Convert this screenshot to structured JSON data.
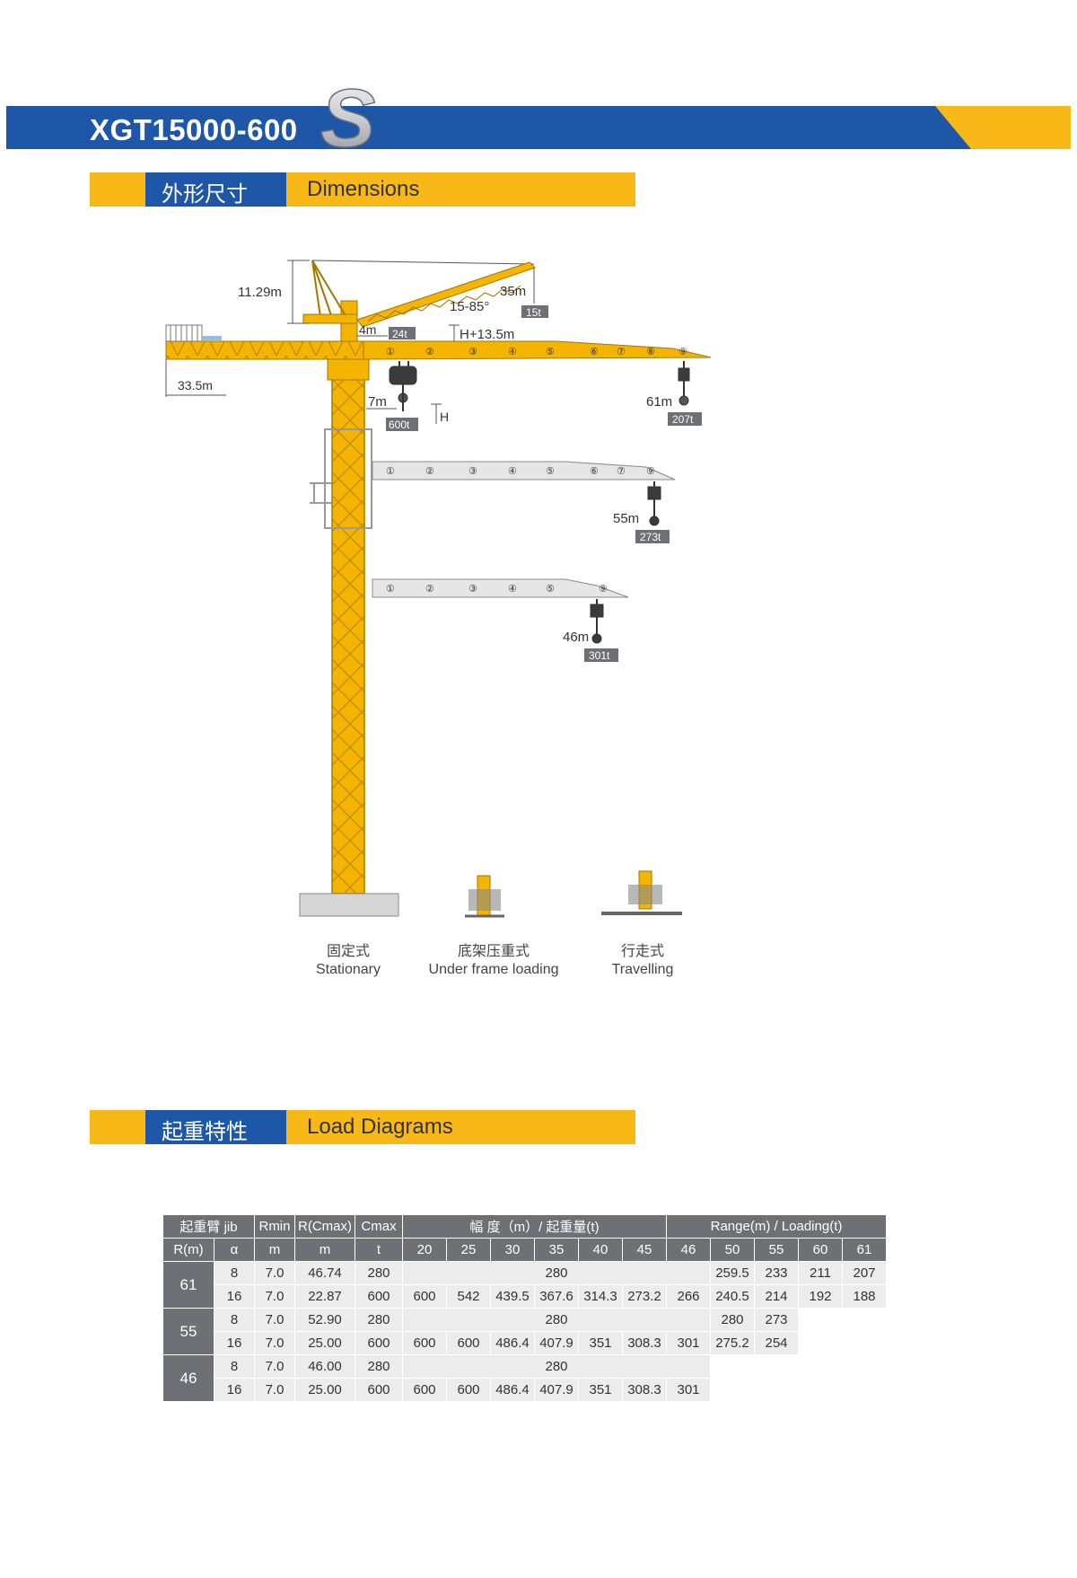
{
  "header": {
    "model": "XGT15000-600",
    "series_mark": "S"
  },
  "sections": {
    "dimensions": {
      "zh": "外形尺寸",
      "en": "Dimensions"
    },
    "load": {
      "zh": "起重特性",
      "en": "Load Diagrams"
    }
  },
  "drawing": {
    "height_top": "11.29m",
    "luffing_jib": "35m",
    "luffing_load": "15t",
    "angle": "15-85°",
    "aux_dist": "4m",
    "aux_load": "24t",
    "h_plus": "H+13.5m",
    "counter_jib": "33.5m",
    "h_label": "H",
    "min_radius": "7m",
    "max_load": "600t",
    "jib61_len": "61m",
    "jib61_load": "207t",
    "jib55_len": "55m",
    "jib55_load": "273t",
    "jib46_len": "46m",
    "jib46_load": "301t",
    "sections61": [
      "①",
      "②",
      "③",
      "④",
      "⑤",
      "⑥",
      "⑦",
      "⑧",
      "⑨"
    ],
    "sections55": [
      "①",
      "②",
      "③",
      "④",
      "⑤",
      "⑥",
      "⑦",
      "⑨"
    ],
    "sections46": [
      "①",
      "②",
      "③",
      "④",
      "⑤",
      "⑨"
    ],
    "bases": [
      {
        "zh": "固定式",
        "en": "Stationary"
      },
      {
        "zh": "底架压重式",
        "en": "Under frame loading"
      },
      {
        "zh": "行走式",
        "en": "Travelling"
      }
    ]
  },
  "table": {
    "header1": {
      "jib": "起重臂 jib",
      "rmin": "Rmin",
      "rcmax": "R(Cmax)",
      "cmax": "Cmax",
      "range_zh": "幅  度（m）/ 起重量(t)",
      "range_en": "Range(m) / Loading(t)"
    },
    "header2": [
      "R(m)",
      "α",
      "m",
      "m",
      "t",
      "20",
      "25",
      "30",
      "35",
      "40",
      "45",
      "46",
      "50",
      "55",
      "60",
      "61"
    ],
    "rows": {
      "r61": {
        "jib": "61",
        "a": {
          "alpha": "8",
          "rmin": "7.0",
          "rc": "46.74",
          "cmax": "280",
          "span": "280",
          "c50": "259.5",
          "c55": "233",
          "c60": "211",
          "c61": "207"
        },
        "b": {
          "alpha": "16",
          "rmin": "7.0",
          "rc": "22.87",
          "cmax": "600",
          "v": [
            "600",
            "542",
            "439.5",
            "367.6",
            "314.3",
            "273.2",
            "266",
            "240.5",
            "214",
            "192",
            "188"
          ]
        }
      },
      "r55": {
        "jib": "55",
        "a": {
          "alpha": "8",
          "rmin": "7.0",
          "rc": "52.90",
          "cmax": "280",
          "span": "280",
          "c50": "280",
          "c55": "273"
        },
        "b": {
          "alpha": "16",
          "rmin": "7.0",
          "rc": "25.00",
          "cmax": "600",
          "v": [
            "600",
            "600",
            "486.4",
            "407.9",
            "351",
            "308.3",
            "301",
            "275.2",
            "254"
          ]
        }
      },
      "r46": {
        "jib": "46",
        "a": {
          "alpha": "8",
          "rmin": "7.0",
          "rc": "46.00",
          "cmax": "280",
          "span": "280"
        },
        "b": {
          "alpha": "16",
          "rmin": "7.0",
          "rc": "25.00",
          "cmax": "600",
          "v": [
            "600",
            "600",
            "486.4",
            "407.9",
            "351",
            "308.3",
            "301"
          ]
        }
      }
    }
  },
  "colors": {
    "blue": "#1e56a8",
    "yellow": "#f7b818",
    "crane": "#f5b400",
    "table_header": "#6f7076"
  }
}
